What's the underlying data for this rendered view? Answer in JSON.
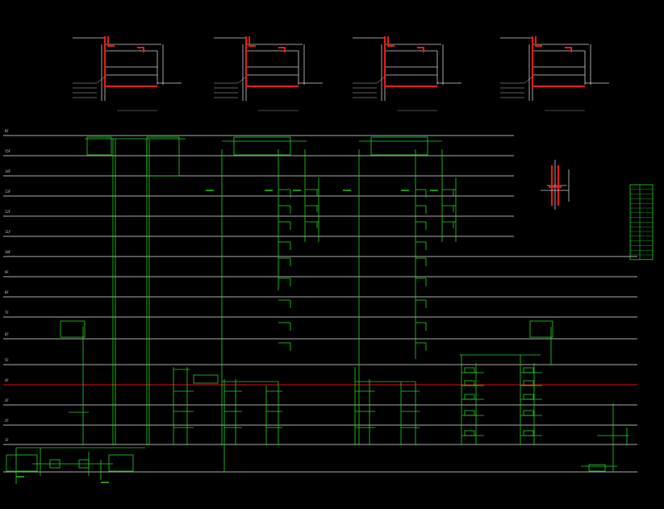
{
  "colors": {
    "background": "#000000",
    "floor_line": "#e6e6e6",
    "pipe": "#1fd61f",
    "highlight_floor": "#e01010",
    "detail_red": "#e31b1b",
    "text": "#d8d8d8"
  },
  "drawing_title": "",
  "detail_panels": [
    {
      "id": "detail-1",
      "caption": ""
    },
    {
      "id": "detail-2",
      "caption": ""
    },
    {
      "id": "detail-3",
      "caption": ""
    },
    {
      "id": "detail-4",
      "caption": ""
    }
  ],
  "floors": [
    {
      "level": 1,
      "label": "1F"
    },
    {
      "level": 2,
      "label": "2F"
    },
    {
      "level": 3,
      "label": "3F"
    },
    {
      "level": 4,
      "label": "4F"
    },
    {
      "level": 5,
      "label": "5F"
    },
    {
      "level": 6,
      "label": "6F"
    },
    {
      "level": 7,
      "label": "7F"
    },
    {
      "level": 8,
      "label": "8F"
    },
    {
      "level": 9,
      "label": "9F"
    },
    {
      "level": 10,
      "label": "10F"
    },
    {
      "level": 11,
      "label": "11F"
    },
    {
      "level": 12,
      "label": "12F"
    },
    {
      "level": 13,
      "label": "13F"
    },
    {
      "level": 14,
      "label": "14F"
    },
    {
      "level": 15,
      "label": "15F"
    },
    {
      "level": 16,
      "label": "RF"
    }
  ],
  "highlighted_floor": 4,
  "legend_table": {
    "rows": 16,
    "visible_text": false
  },
  "riser_groups": [
    {
      "name": "riser-group-left",
      "floors_served": 16
    },
    {
      "name": "riser-group-middle",
      "floors_served": 16
    },
    {
      "name": "riser-group-right-center",
      "floors_served": 16
    },
    {
      "name": "riser-group-right",
      "floors_served": 4
    }
  ]
}
